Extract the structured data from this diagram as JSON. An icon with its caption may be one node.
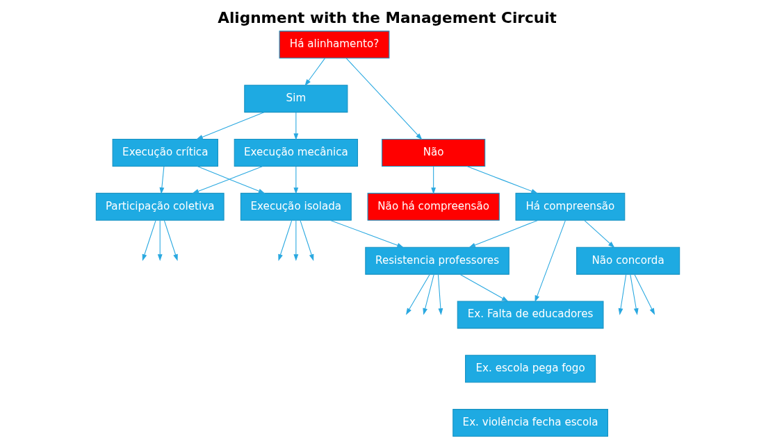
{
  "diagram": {
    "title": "Alignment with the Management Circuit",
    "nodes": [
      {
        "text": [
          "Há alinhamento?"
        ]
      },
      {
        "text": [
          "Sim"
        ]
      },
      {
        "text": [
          "Não"
        ]
      },
      {
        "text": [
          "Execução crítica"
        ]
      },
      {
        "text": [
          "Execução mecânica"
        ]
      },
      {
        "text": [
          "Não há compreensão"
        ]
      },
      {
        "text": [
          "Há compreensão"
        ]
      },
      {
        "text": [
          "Participação coletiva"
        ]
      },
      {
        "text": [
          "Execução isolada"
        ]
      },
      {
        "text": [
          "Resistencia professores"
        ]
      },
      {
        "text": [
          "Ex. Falta de educadores"
        ]
      },
      {
        "text": [
          "Ex. escola pega fogo"
        ]
      },
      {
        "text": [
          "Ex. violência fecha escola"
        ]
      },
      {
        "text": [
          "Não concorda"
        ]
      }
    ],
    "edges": [
      {
        "from": 0,
        "to": 1,
        "arrow": "to"
      },
      {
        "from": 0,
        "to": 2,
        "arrow": "to"
      },
      {
        "from": 1,
        "to": 3,
        "arrow": "to"
      },
      {
        "from": 1,
        "to": 4,
        "arrow": "to"
      },
      {
        "from": 2,
        "to": 5,
        "arrow": "to"
      },
      {
        "from": 2,
        "to": 6,
        "arrow": "to"
      },
      {
        "from": 3,
        "to": 7,
        "arrow": "to"
      },
      {
        "from": 3,
        "to": 8,
        "arrow": "to"
      },
      {
        "from": 4,
        "to": 7,
        "arrow": "to"
      },
      {
        "from": 4,
        "to": 8,
        "arrow": "to"
      },
      {
        "from": 6,
        "to": 9,
        "arrow": "to"
      },
      {
        "from": 6,
        "to": 10,
        "arrow": "to"
      },
      {
        "from": 6,
        "to": 13,
        "arrow": "to"
      },
      {
        "from": 8,
        "to": 9,
        "arrow": "to"
      },
      {
        "from": 9,
        "to": 10,
        "arrow": "to"
      },
      {
        "from": 7,
        "to": null,
        "arrow": "to"
      },
      {
        "from": 7,
        "to": null,
        "arrow": "to"
      },
      {
        "from": 7,
        "to": null,
        "arrow": "to"
      },
      {
        "from": 8,
        "to": null,
        "arrow": "to"
      },
      {
        "from": 8,
        "to": null,
        "arrow": "to"
      },
      {
        "from": 8,
        "to": null,
        "arrow": "to"
      },
      {
        "from": 9,
        "to": null,
        "arrow": "to"
      },
      {
        "from": 9,
        "to": null,
        "arrow": "to"
      },
      {
        "from": 9,
        "to": null,
        "arrow": "to"
      },
      {
        "from": 13,
        "to": null,
        "arrow": "to"
      },
      {
        "from": 13,
        "to": null,
        "arrow": "to"
      },
      {
        "from": 13,
        "to": null,
        "arrow": "to"
      }
    ]
  }
}
